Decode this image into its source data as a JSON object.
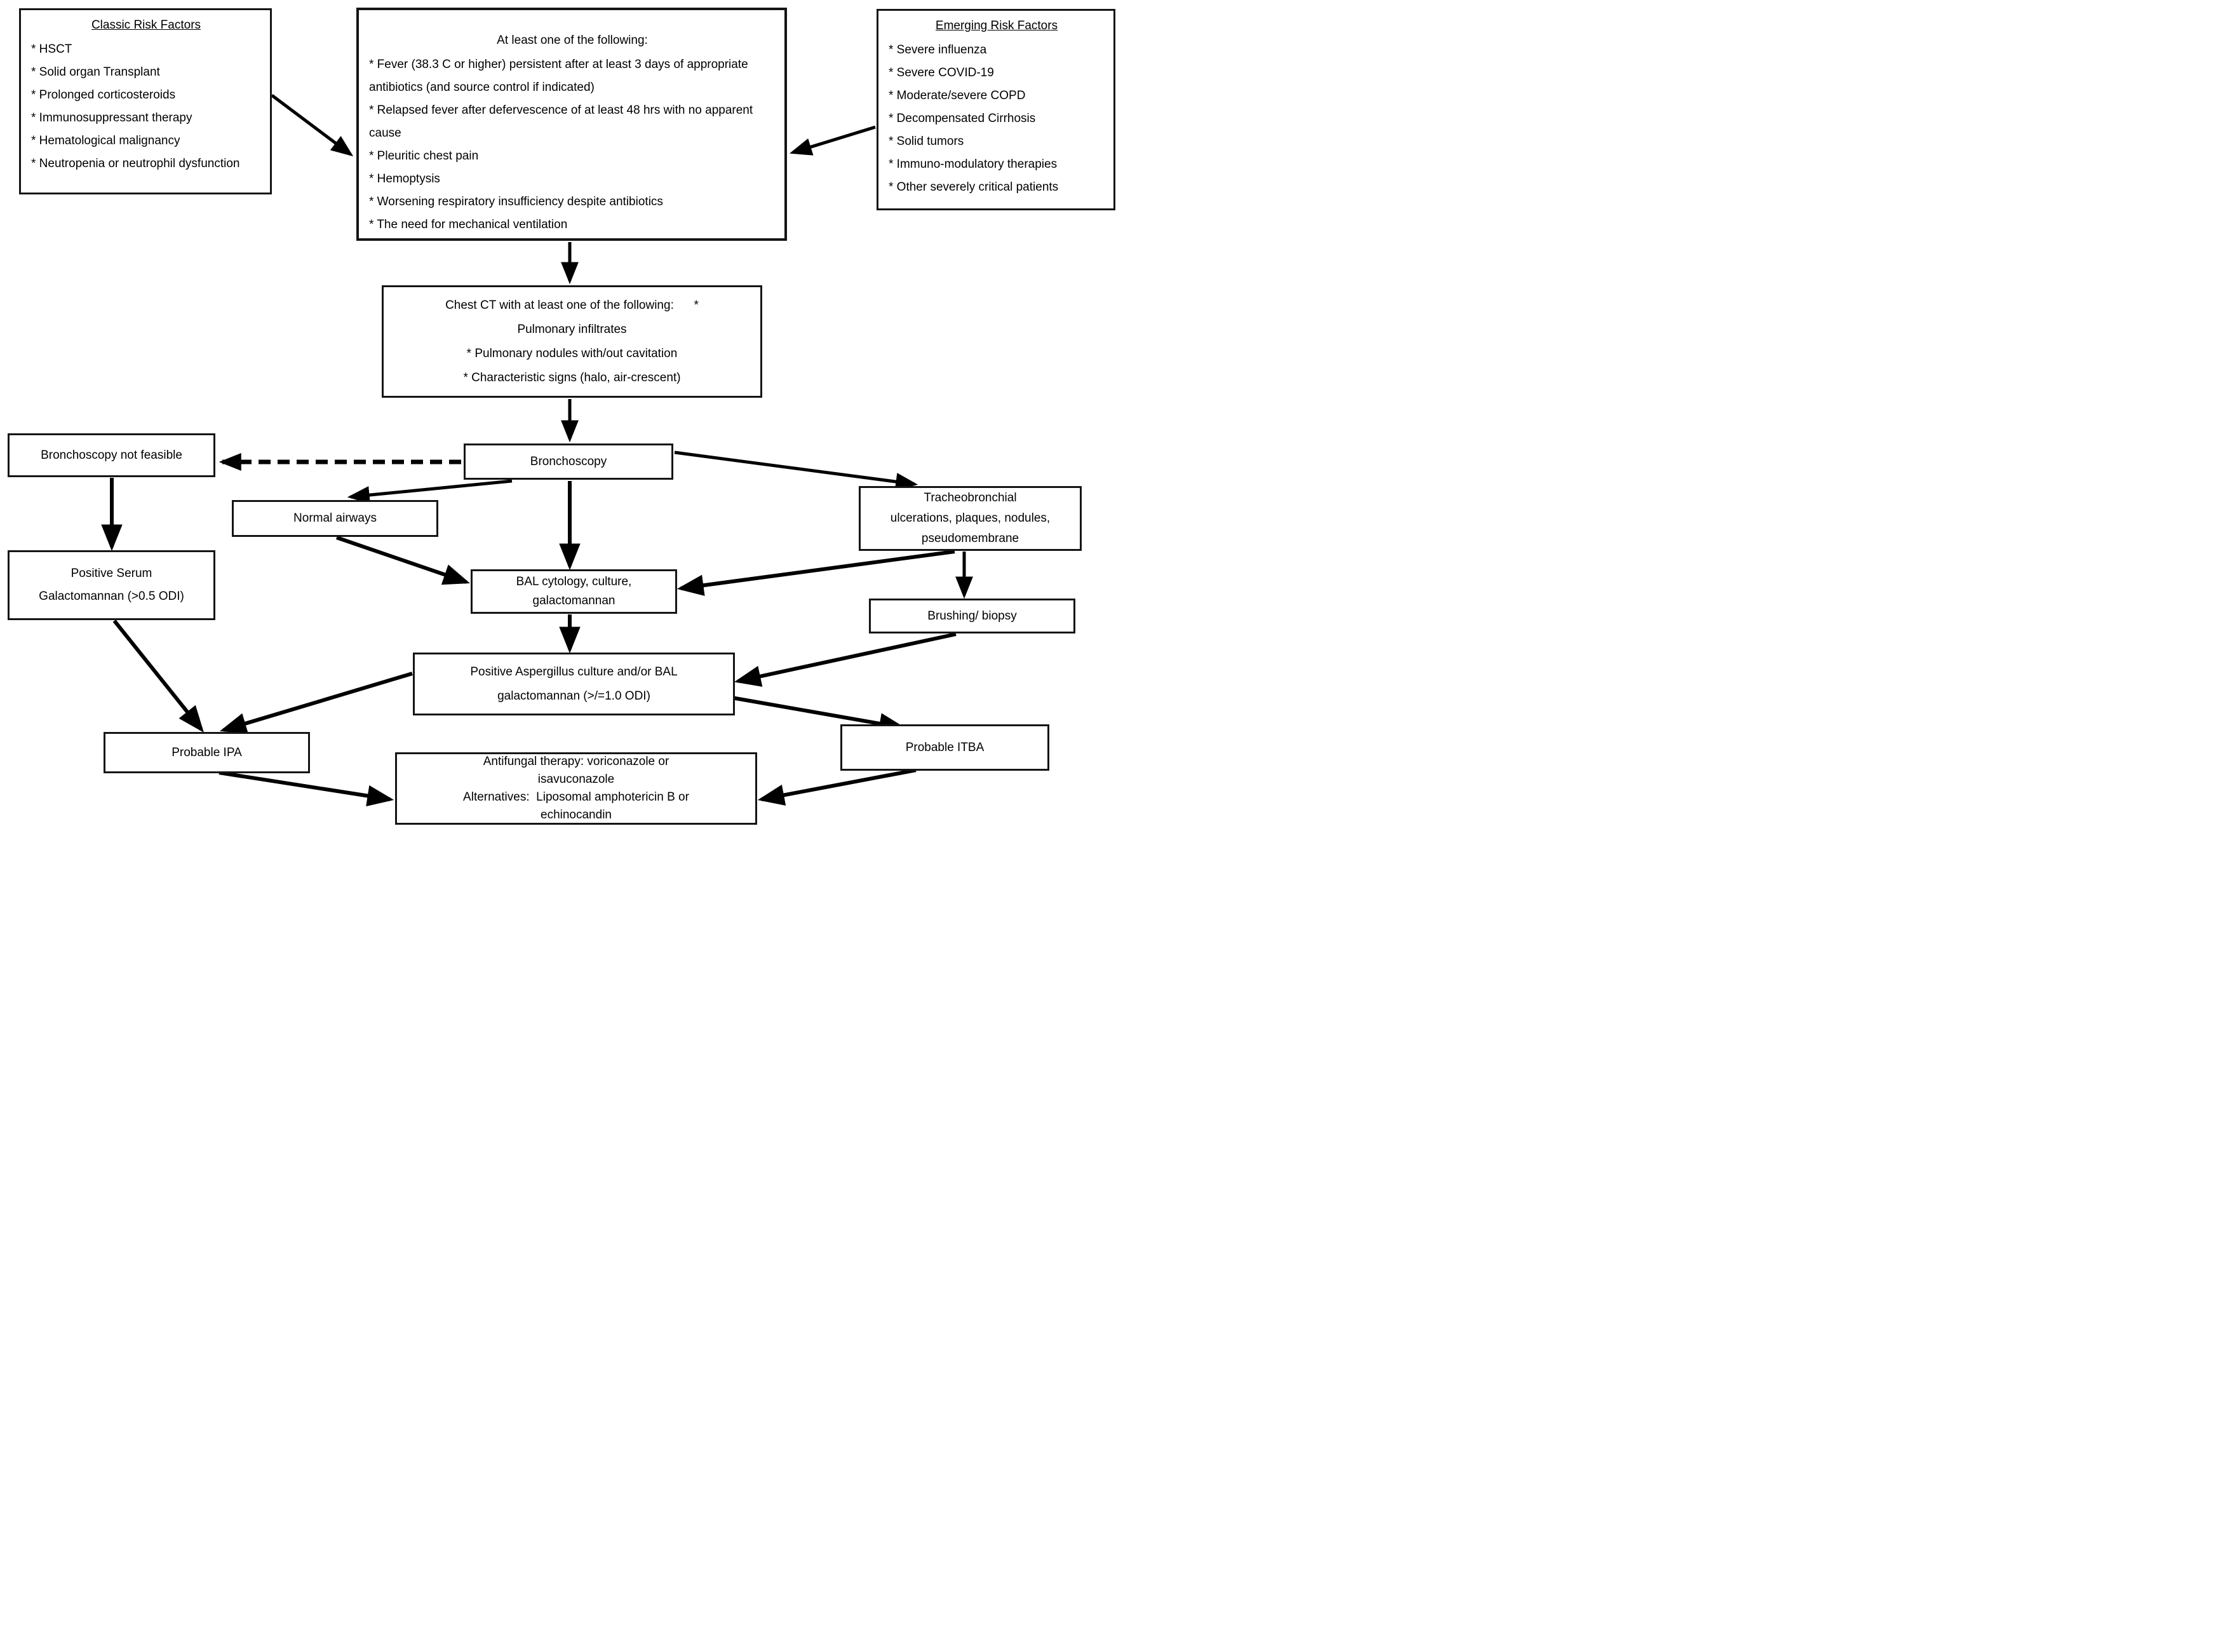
{
  "colors": {
    "background": "#ffffff",
    "box_border": "#151515",
    "text": "#000000",
    "arrow": "#000000"
  },
  "boxes": {
    "classic_risk_factors": {
      "heading": "Classic Risk Factors",
      "items": [
        "* HSCT",
        "* Solid organ Transplant",
        "* Prolonged corticosteroids",
        "* Immunosuppressant therapy",
        "* Hematological malignancy",
        "* Neutropenia or neutrophil dysfunction"
      ]
    },
    "clinical_criteria": {
      "heading": "At least one of the following:",
      "items": [
        "* Fever (38.3 C or higher) persistent after at least 3 days of appropriate antibiotics (and source control if indicated)",
        "* Relapsed fever after defervescence of at least 48 hrs with no apparent cause",
        "* Pleuritic chest pain",
        "* Hemoptysis",
        "* Worsening respiratory insufficiency despite antibiotics",
        "* The need for mechanical ventilation"
      ]
    },
    "emerging_risk_factors": {
      "heading": "Emerging Risk Factors",
      "items": [
        "* Severe influenza",
        "* Severe COVID-19",
        "* Moderate/severe COPD",
        "* Decompensated Cirrhosis",
        "* Solid tumors",
        "* Immuno-modulatory therapies",
        "* Other severely critical patients"
      ]
    },
    "chest_ct": {
      "lines": [
        "Chest CT with at least one of the following:      *",
        "Pulmonary infiltrates",
        "* Pulmonary nodules with/out cavitation",
        "* Characteristic signs (halo, air-crescent)"
      ]
    },
    "bronchoscopy_not_feasible": {
      "label": "Bronchoscopy not feasible"
    },
    "bronchoscopy": {
      "label": "Bronchoscopy"
    },
    "normal_airways": {
      "label": "Normal airways"
    },
    "tracheobronchial_findings": {
      "lines": [
        "Tracheobronchial",
        "ulcerations, plaques, nodules,",
        "pseudomembrane"
      ]
    },
    "positive_serum_galactomannan": {
      "lines": [
        "Positive Serum",
        "Galactomannan (>0.5 ODI)"
      ]
    },
    "bal_tests": {
      "lines": [
        "BAL cytology, culture,",
        "galactomannan"
      ]
    },
    "brushing_biopsy": {
      "label": "Brushing/ biopsy"
    },
    "positive_aspergillus": {
      "lines": [
        "Positive Aspergillus culture and/or BAL",
        "galactomannan (>/=1.0 ODI)"
      ]
    },
    "probable_ipa": {
      "label": "Probable IPA"
    },
    "probable_itba": {
      "label": "Probable ITBA"
    },
    "antifungal_therapy": {
      "lines": [
        "Antifungal therapy: voriconazole or",
        "isavuconazole",
        "Alternatives:  Liposomal amphotericin B or",
        "echinocandin"
      ]
    }
  },
  "connections": [
    {
      "from": "classic_risk_factors",
      "to": "clinical_criteria",
      "style": "solid"
    },
    {
      "from": "emerging_risk_factors",
      "to": "clinical_criteria",
      "style": "solid"
    },
    {
      "from": "clinical_criteria",
      "to": "chest_ct",
      "style": "solid"
    },
    {
      "from": "chest_ct",
      "to": "bronchoscopy",
      "style": "solid"
    },
    {
      "from": "bronchoscopy",
      "to": "bronchoscopy_not_feasible",
      "style": "dashed"
    },
    {
      "from": "bronchoscopy",
      "to": "normal_airways",
      "style": "solid"
    },
    {
      "from": "bronchoscopy",
      "to": "tracheobronchial_findings",
      "style": "solid"
    },
    {
      "from": "bronchoscopy",
      "to": "bal_tests",
      "style": "solid"
    },
    {
      "from": "bronchoscopy_not_feasible",
      "to": "positive_serum_galactomannan",
      "style": "solid"
    },
    {
      "from": "normal_airways",
      "to": "bal_tests",
      "style": "solid"
    },
    {
      "from": "tracheobronchial_findings",
      "to": "bal_tests",
      "style": "solid"
    },
    {
      "from": "tracheobronchial_findings",
      "to": "brushing_biopsy",
      "style": "solid"
    },
    {
      "from": "brushing_biopsy",
      "to": "positive_aspergillus",
      "style": "solid"
    },
    {
      "from": "bal_tests",
      "to": "positive_aspergillus",
      "style": "solid"
    },
    {
      "from": "positive_serum_galactomannan",
      "to": "probable_ipa",
      "style": "solid"
    },
    {
      "from": "positive_aspergillus",
      "to": "probable_ipa",
      "style": "solid"
    },
    {
      "from": "positive_aspergillus",
      "to": "probable_itba",
      "style": "solid"
    },
    {
      "from": "probable_ipa",
      "to": "antifungal_therapy",
      "style": "solid"
    },
    {
      "from": "probable_itba",
      "to": "antifungal_therapy",
      "style": "solid"
    }
  ]
}
